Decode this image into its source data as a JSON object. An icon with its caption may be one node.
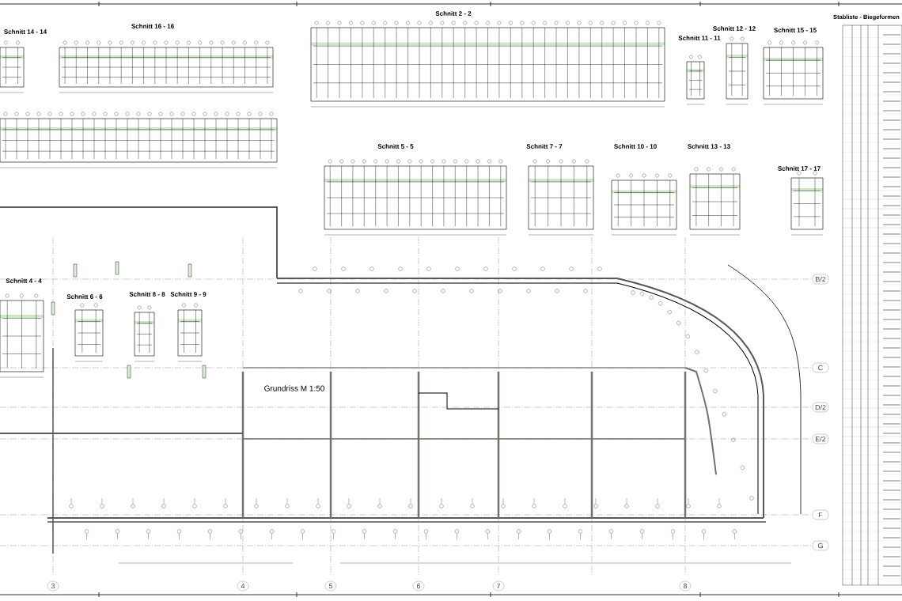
{
  "diagram": {
    "labels": [
      "Schnitt 14 - 14",
      "Schnitt 16 - 16",
      "Schnitt 2 - 2",
      "Schnitt 11 - 11",
      "Schnitt 12 - 12",
      "Schnitt 15 - 15",
      "Stabliste - Biegeformen",
      "Schnitt 5 - 5",
      "Schnitt 7 - 7",
      "Schnitt 10 - 10",
      "Schnitt 13 - 13",
      "Schnitt 17 - 17",
      "Schnitt 4 - 4",
      "Schnitt 6 - 6",
      "Schnitt 8 - 8",
      "Schnitt 9 - 9",
      "Grundriss M 1:50",
      "B/2",
      "C",
      "D/2",
      "E/2",
      "F",
      "G",
      "3",
      "4",
      "5",
      "6",
      "7",
      "8"
    ]
  }
}
